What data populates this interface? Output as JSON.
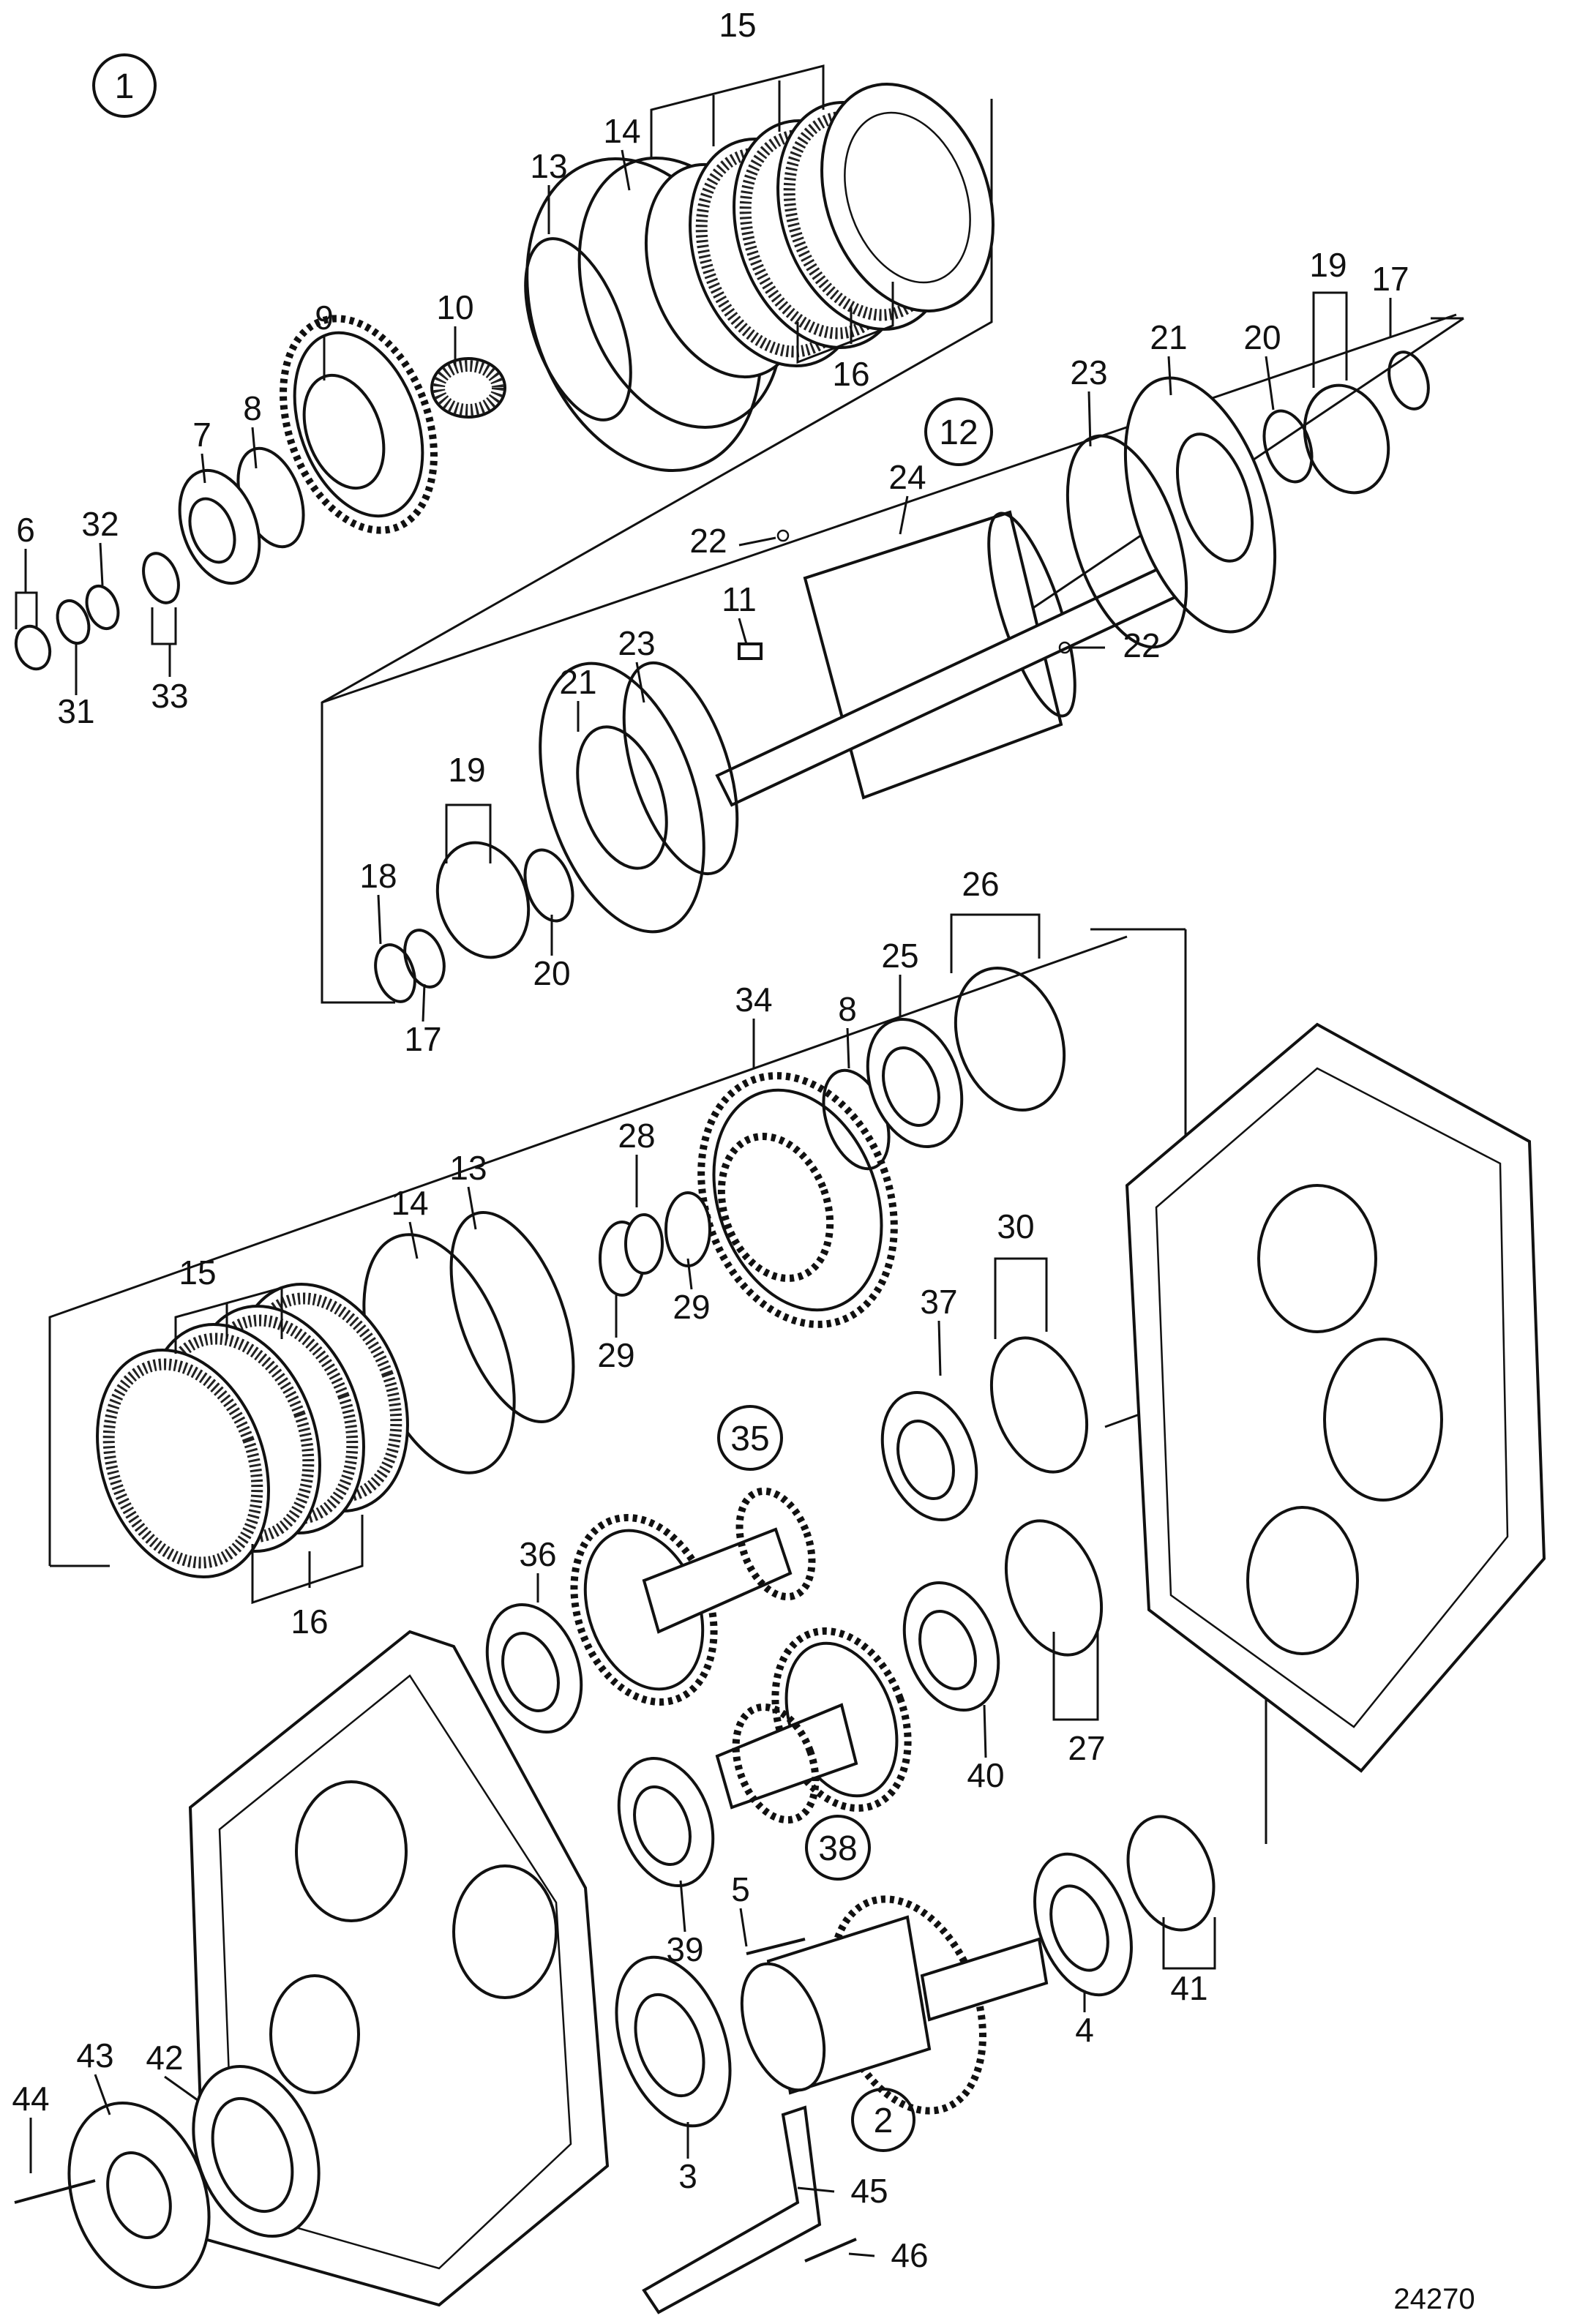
{
  "diagram": {
    "reference_number": "24270",
    "group_circles": [
      "1",
      "12",
      "35",
      "38",
      "2"
    ],
    "part_labels": [
      "15",
      "14",
      "13",
      "9",
      "10",
      "8",
      "7",
      "6",
      "32",
      "31",
      "33",
      "16",
      "19",
      "17",
      "20",
      "21",
      "23",
      "12",
      "24",
      "22",
      "11",
      "22",
      "23",
      "21",
      "19",
      "18",
      "17",
      "20",
      "26",
      "25",
      "8",
      "34",
      "28",
      "13",
      "14",
      "15",
      "29",
      "29",
      "30",
      "37",
      "16",
      "36",
      "35",
      "27",
      "40",
      "38",
      "39",
      "5",
      "41",
      "4",
      "2",
      "3",
      "45",
      "46",
      "43",
      "42",
      "44"
    ]
  }
}
